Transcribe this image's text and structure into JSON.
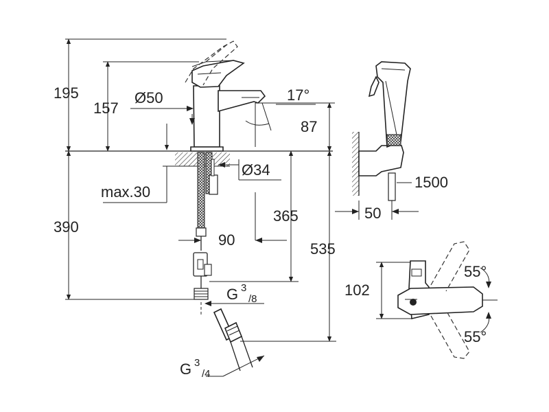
{
  "dimensions": {
    "d195": "195",
    "d157": "157",
    "d50": "Ø50",
    "d17": "17°",
    "d87": "87",
    "d34": "Ø34",
    "max30": "max.30",
    "d365": "365",
    "d390": "390",
    "d90": "90",
    "d535": "535",
    "g38_g": "G",
    "g38_num": "3",
    "g38_den": "/8",
    "g34_g": "G",
    "g34_num": "3",
    "g34_den": "/4",
    "d1500": "1500",
    "d50b": "50",
    "d102": "102",
    "d55a": "55°",
    "d55b": "55°"
  }
}
